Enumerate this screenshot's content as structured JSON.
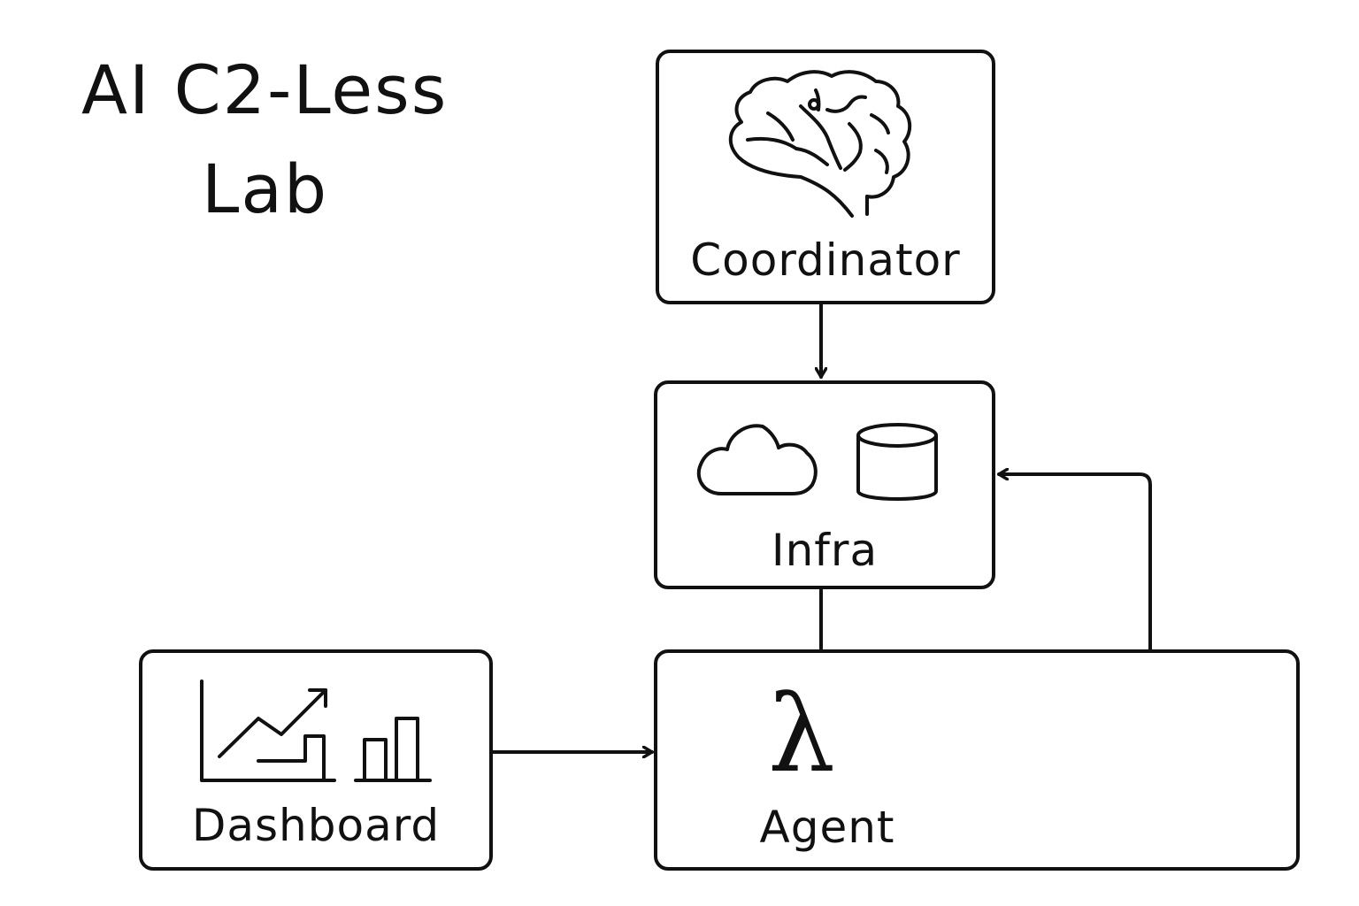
{
  "title": {
    "line1": "AI C2-Less",
    "line2": "Lab"
  },
  "nodes": {
    "coordinator": {
      "label": "Coordinator",
      "icon": "brain-icon"
    },
    "infra": {
      "label": "Infra",
      "icons": [
        "cloud-icon",
        "database-icon"
      ]
    },
    "dashboard": {
      "label": "Dashboard",
      "icons": [
        "line-chart-icon",
        "bar-chart-icon"
      ]
    },
    "agent": {
      "label": "Agent",
      "icon": "lambda-icon",
      "symbol": "λ"
    }
  },
  "edges": [
    {
      "from": "Coordinator",
      "to": "Infra"
    },
    {
      "from": "Agent",
      "to": "Infra"
    },
    {
      "from": "Dashboard",
      "to": "Agent"
    }
  ],
  "colors": {
    "stroke": "#111111",
    "background": "#ffffff"
  }
}
